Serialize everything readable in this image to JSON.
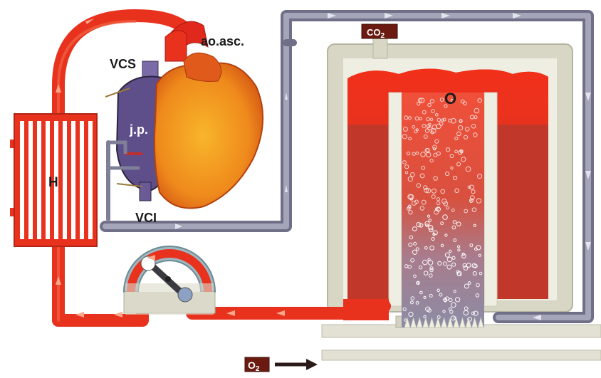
{
  "labels": {
    "aorta": "ao.asc.",
    "vcs": "VCS",
    "jp": "j.p.",
    "vci": "VCI",
    "heat_exchanger": "H",
    "oxygenator": "O",
    "co2": "CO",
    "co2_sub": "2",
    "o2": "O",
    "o2_sub": "2"
  },
  "colors": {
    "arterial": "#e8321e",
    "venous": "#7f8098",
    "housing": "#c9c8b6",
    "heart": "#f2a21e",
    "atrium": "#5e4e8a"
  }
}
